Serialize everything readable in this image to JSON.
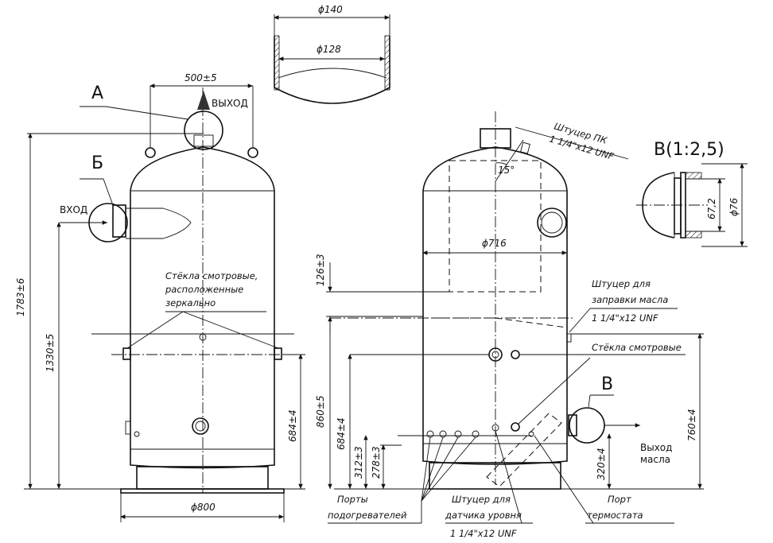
{
  "views": {
    "A": "А",
    "B_cyr": "Б",
    "V": "В",
    "V_scale": "В(1:2,5)"
  },
  "flows": {
    "outlet": "ВЫХОД",
    "inlet": "ВХОД",
    "oil_outlet_line1": "Выход",
    "oil_outlet_line2": "масла"
  },
  "dimensions": {
    "cap_outer": "ϕ140",
    "cap_inner": "ϕ128",
    "lug_span": "500±5",
    "total_height": "1783±6",
    "inlet_height": "1330±5",
    "glass_height_left": "684±4",
    "base_diameter": "ϕ800",
    "shell_diameter": "ϕ716",
    "angle": "15°",
    "glass_offset": "126±3",
    "level_height": "860±5",
    "glass_height_right": "684±4",
    "ports_high": "312±3",
    "ports_low": "278±3",
    "oil_out_height": "760±4",
    "thermo_height": "320±4",
    "detail_inner": "67,2",
    "detail_outer": "ϕ76"
  },
  "notes": {
    "sight_glasses_l1": "Стёкла смотровые,",
    "sight_glasses_l2": "расположенные",
    "sight_glasses_l3": "зеркально",
    "pk_fitting_l1": "Штуцер ПК",
    "pk_fitting_l2": "1 1/4\"x12 UNF",
    "oil_fill_l1": "Штуцер для",
    "oil_fill_l2": "заправки масла",
    "oil_fill_l3": "1 1/4\"x12 UNF",
    "sight_glasses_right": "Стёкла смотровые",
    "heater_ports_l1": "Порты",
    "heater_ports_l2": "подогревателей",
    "level_sensor_l1": "Штуцер для",
    "level_sensor_l2": "датчика уровня",
    "level_sensor_l3": "1 1/4\"x12 UNF",
    "thermostat_l1": "Порт",
    "thermostat_l2": "термостата"
  }
}
